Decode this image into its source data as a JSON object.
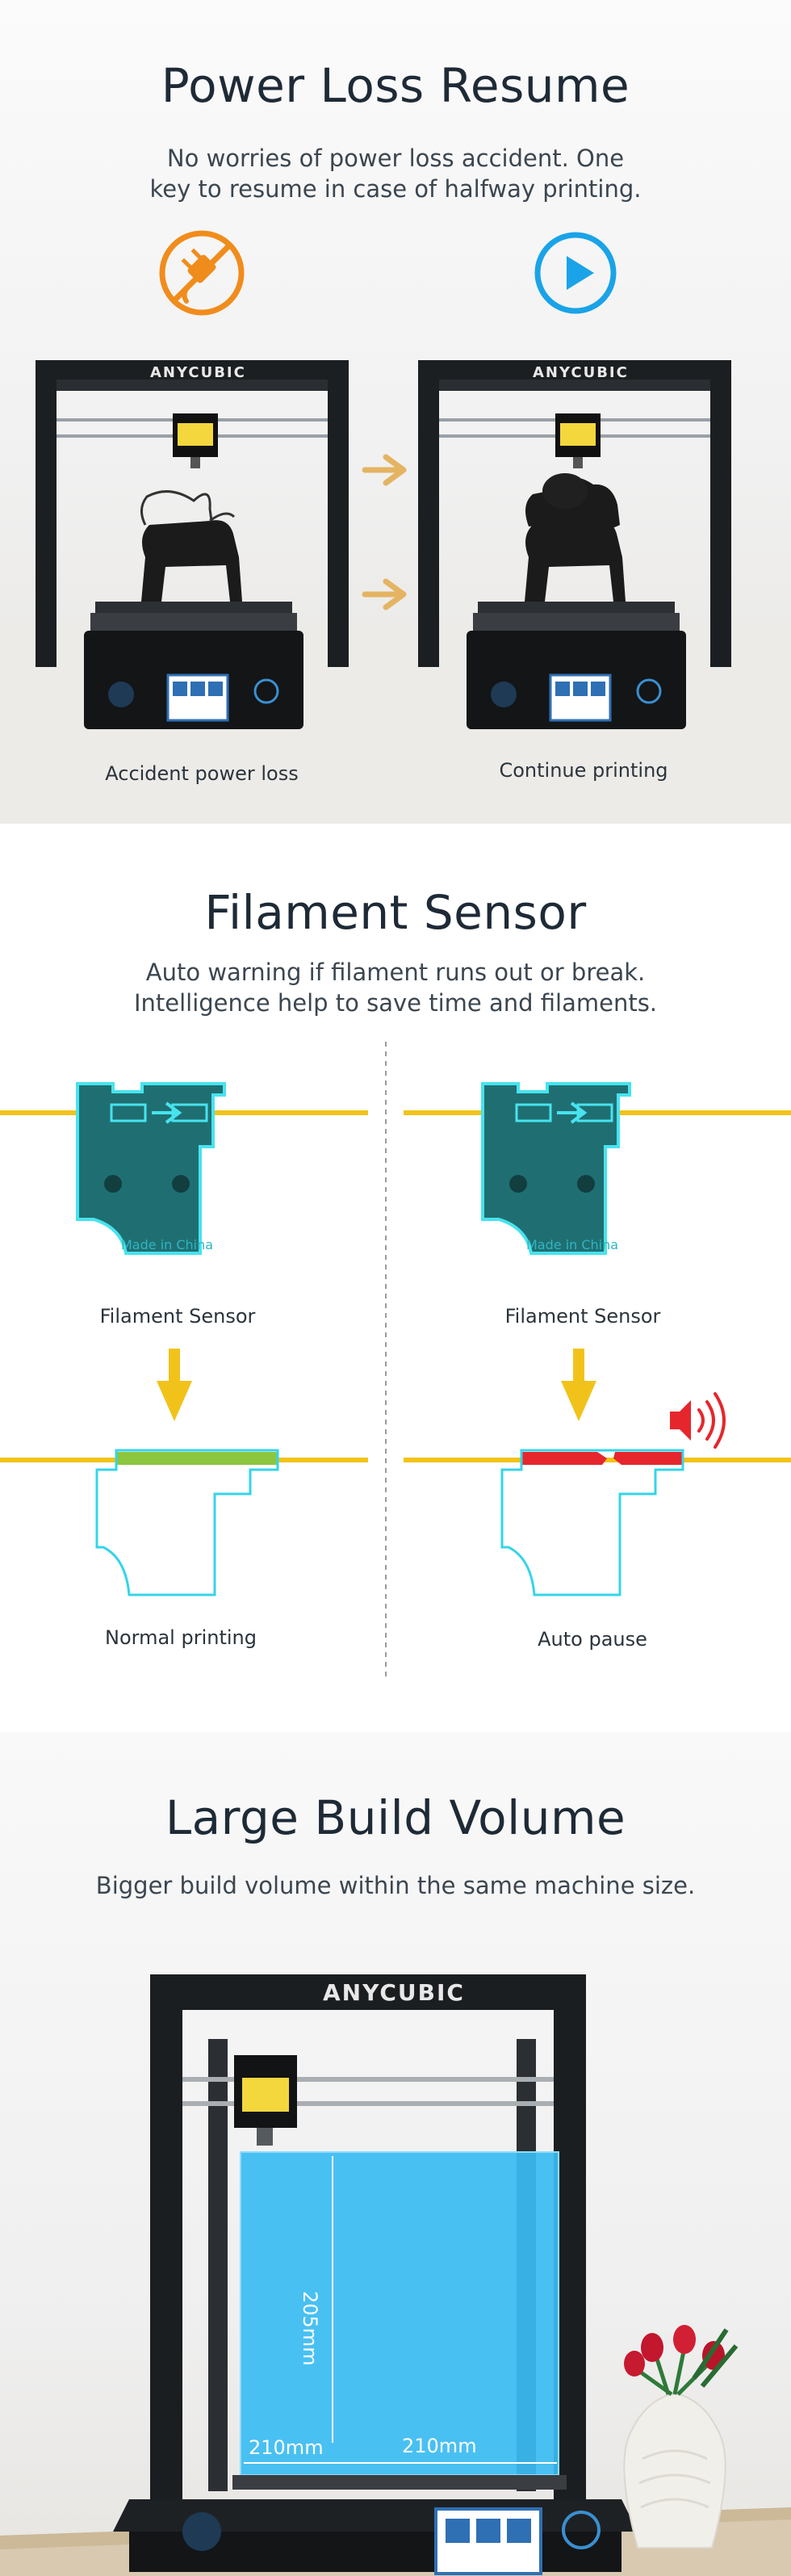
{
  "power_loss": {
    "title": "Power Loss Resume",
    "subtitle_line1": "No worries of power loss accident. One",
    "subtitle_line2": "key to resume in case of halfway printing.",
    "left_caption": "Accident power loss",
    "right_caption": "Continue printing",
    "brand": "ANYCUBIC",
    "icon_left": "unplugged-power-icon",
    "icon_right": "play-icon",
    "icon_left_color": "#f08c1c",
    "icon_right_color": "#1aa3e8",
    "arrow_color": "#e4b463"
  },
  "filament": {
    "title": "Filament Sensor",
    "subtitle_line1": "Auto warning if filament runs out or break.",
    "subtitle_line2": "Intelligence help to save time and filaments.",
    "sensor_label_left": "Filament Sensor",
    "sensor_label_right": "Filament Sensor",
    "made_in": "Made in China",
    "left_caption": "Normal printing",
    "right_caption": "Auto pause",
    "filament_color": "#f1c31a",
    "normal_color": "#8cc63f",
    "error_color": "#e6262d",
    "outline_color": "#35d4e8"
  },
  "build_volume": {
    "title": "Large Build Volume",
    "subtitle": "Bigger build volume within the same machine size.",
    "brand": "ANYCUBIC",
    "dim_height": "205mm",
    "dim_depth": "210mm",
    "dim_width": "210mm",
    "volume_color": "#3bbcf2"
  }
}
